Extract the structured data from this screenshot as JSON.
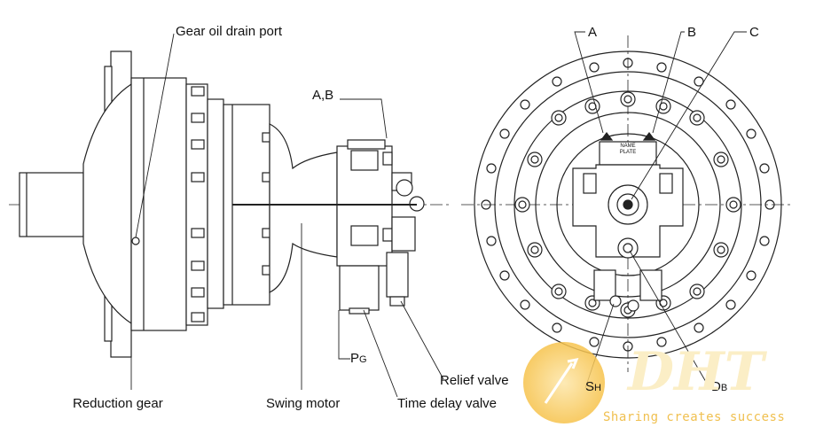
{
  "labels": {
    "gear_oil_drain_port": "Gear oil drain port",
    "ab": "A,B",
    "a": "A",
    "b": "B",
    "c": "C",
    "pg_main": "P",
    "pg_sub": "G",
    "sh_main": "S",
    "sh_sub": "H",
    "db_main": "D",
    "db_sub": "B",
    "reduction_gear": "Reduction gear",
    "swing_motor": "Swing motor",
    "relief_valve": "Relief valve",
    "time_delay_valve": "Time delay valve",
    "name_plate_line1": "NAME",
    "name_plate_line2": "PLATE"
  },
  "watermark": {
    "logo": "DHT",
    "slogan": "Sharing creates success",
    "logo_color": "#f5b82e"
  },
  "colors": {
    "line": "#222222",
    "background": "#ffffff"
  }
}
